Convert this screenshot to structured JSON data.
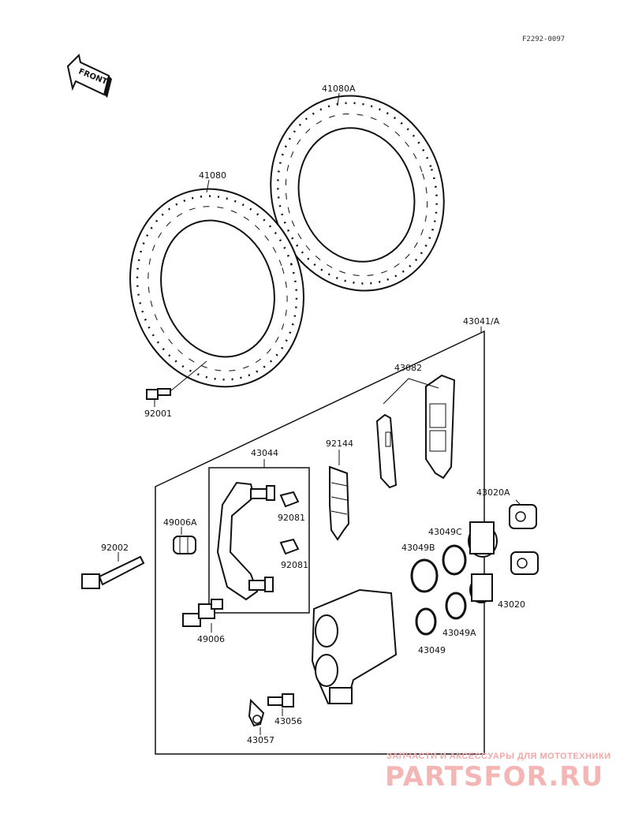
{
  "figure_code": "F2292-0097",
  "front_label": "FRONT",
  "watermark": {
    "line1": "ЗАПЧАСТИ И АКСЕССУАРЫ ДЛЯ МОТОТЕХНИКИ",
    "line2": "PARTSFOR.RU"
  },
  "parts": {
    "disc_right": "41080A",
    "disc_left": "41080",
    "bolt_disc": "92001",
    "caliper_assy": "43041/A",
    "pads": "43082",
    "spring": "92144",
    "bracket": "43044",
    "clip_upper": "92081",
    "clip_lower": "92081",
    "boot": "49006A",
    "bolt_caliper": "92002",
    "pin": "49006",
    "piston_seal_c": "43049C",
    "seal_b": "43049B",
    "piston_a": "43020A",
    "piston": "43020",
    "seal_a": "43049A",
    "seal": "43049",
    "bleeder": "43056",
    "cap": "43057"
  }
}
